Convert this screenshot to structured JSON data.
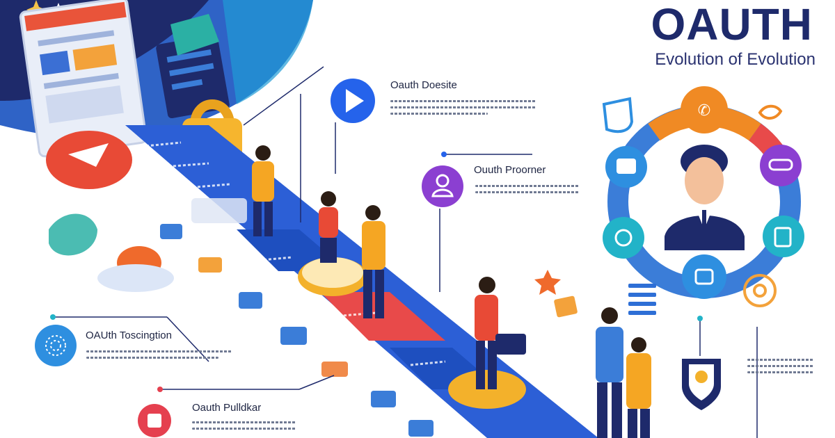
{
  "header": {
    "title": "OAUTH",
    "subtitle": "Evolution of Evolution"
  },
  "callouts": [
    {
      "label": "Oauth Doesite",
      "icon": "play-icon",
      "color": "#2563eb"
    },
    {
      "label": "Ouuth Proorner",
      "icon": "user-icon",
      "color": "#8b3fd1"
    },
    {
      "label": "OAUth Toscingtion",
      "icon": "fingerprint-icon",
      "color": "#2e8fe0"
    },
    {
      "label": "Oauth Pulldkar",
      "icon": "puzzle-icon",
      "color": "#e5404f"
    }
  ],
  "colors": {
    "navy": "#1e2a6b",
    "path_blue": "#2c5fd6",
    "ring_blue": "#3b7dd8",
    "orange": "#f08a24",
    "red": "#e84a4a",
    "purple": "#8b3fd1",
    "teal": "#22b3c8"
  }
}
